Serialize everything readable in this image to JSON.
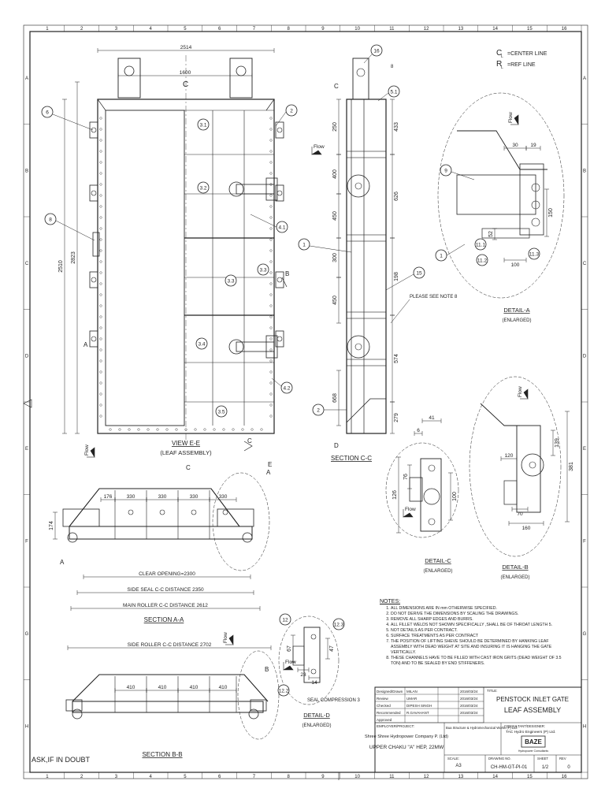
{
  "border": {
    "top_numbers": [
      "1",
      "2",
      "3",
      "4",
      "5",
      "6",
      "7",
      "8",
      "9",
      "10",
      "11",
      "12",
      "13",
      "14",
      "15",
      "16"
    ],
    "bottom_numbers": [
      "1",
      "2",
      "3",
      "4",
      "5",
      "6",
      "7",
      "8",
      "9",
      "10",
      "11",
      "12",
      "13",
      "14",
      "15",
      "16"
    ],
    "side_letters": [
      "A",
      "B",
      "C",
      "D",
      "E",
      "F",
      "G",
      "H"
    ]
  },
  "legend": {
    "center_line": "CENTER LINE",
    "center_symbol": "C",
    "center_sub": "L",
    "ref_line": "REF LINE",
    "ref_symbol": "R",
    "ref_sub": "L"
  },
  "view_ee": {
    "title": "VIEW E-E",
    "subtitle": "(LEAF ASSEMBLY)",
    "dim_width": "2514",
    "dim_inner": "1600",
    "dim_height": "2510",
    "dim_height2": "2823",
    "balloons": [
      "6",
      "2",
      "3.1",
      "3.2",
      "8",
      "4.1",
      "3.3",
      "3.3",
      "3.4",
      "3.5",
      "4.2"
    ],
    "cut_labels": [
      "B",
      "B",
      "A",
      "A",
      "C",
      "C",
      "E",
      "E"
    ],
    "flow": "Flow"
  },
  "section_cc": {
    "title": "SECTION C-C",
    "dims_left": [
      "250",
      "400",
      "450",
      "300",
      "450",
      "668"
    ],
    "dims_right": [
      "433",
      "626",
      "198",
      "574",
      "279"
    ],
    "balloons": [
      "16",
      "5.1",
      "1",
      "15",
      "2"
    ],
    "note_ref": "PLEASE SEE NOTE 8",
    "weld": "8",
    "ref_letter": "D",
    "flow": "Flow"
  },
  "detail_a": {
    "title": "DETAIL-A",
    "subtitle": "(ENLARGED)",
    "dims": [
      "30",
      "19",
      "150",
      "52",
      "100"
    ],
    "balloons": [
      "9",
      "11.1",
      "11.2",
      "11.3",
      "1"
    ],
    "flow": "Flow"
  },
  "section_aa": {
    "title": "SECTION A-A",
    "dims": [
      "176",
      "330",
      "330",
      "330",
      "330",
      "174"
    ],
    "clear_opening": "CLEAR OPENING=2300",
    "side_seal": "SIDE SEAL C-C DISTANCE 2350",
    "main_roller": "MAIN ROLLER C-C DISTANCE 2612",
    "cut_labels": [
      "E",
      "A"
    ]
  },
  "detail_c": {
    "title": "DETAIL-C",
    "subtitle": "(ENLARGED)",
    "dims": [
      "41",
      "6",
      "126",
      "76",
      "100"
    ],
    "flow": "Flow"
  },
  "detail_b": {
    "title": "DETAIL-B",
    "subtitle": "(ENLARGED)",
    "dims": [
      "139",
      "381",
      "120",
      "70",
      "160"
    ],
    "flow": "Flow"
  },
  "section_bb": {
    "title": "SECTION B-B",
    "side_roller": "SIDE ROLLER C-C DISTANCE 2702",
    "dims": [
      "410",
      "410",
      "410",
      "410"
    ],
    "cut_label": "B",
    "flow": "Flow"
  },
  "detail_d": {
    "title": "DETAIL-D",
    "subtitle": "(ENLARGED)",
    "balloons": [
      "12",
      "12.3",
      "12.2"
    ],
    "dims": [
      "67",
      "47",
      "14",
      "23"
    ],
    "seal_note": "SEAL COMPRESSION 3",
    "flow": "Flow"
  },
  "notes": {
    "heading": "NOTES:",
    "items": [
      "ALL DIMENSIONS ARE IN mm OTHERWISE SPECIFIED.",
      "DO NOT DERIVE THE DIMENSIONS BY SCALING THE DRAWINGS.",
      "REMOVE ALL SHARP EDGES AND BURRS.",
      "ALL FILLET WELDS NOT SHOWN SPECIFICALLY ,SHALL BE OF THROAT LENGTH 5.",
      "NOT DETAILS AS PER CONTRACT.",
      "SURFACE TREATMENTS AS PER CONTRACT",
      "THE POSITION OF LIFTING SHEVE SHOULD BE DETERMINED BY HANKING LEAF ASSEMBLY WITH DEAD WEIGHT AT SITE AND INSURING IT IS HANGING THE GATE VERTICALLY.",
      "THESE CHANNELS HAVE TO BE FILLED WITH CAST IRON GRITS (DEAD WEIGHT OF 3.5 TON) AND TO BE SEALED BY END STIFFENERS."
    ]
  },
  "title_block": {
    "rows": [
      {
        "role": "Designed/Drawn",
        "name": "MILAN",
        "date": "2016/03/24"
      },
      {
        "role": "Review",
        "name": "UMAR",
        "date": "2016/03/24"
      },
      {
        "role": "Checked",
        "name": "DIPESH SINGH",
        "date": "2016/03/24"
      },
      {
        "role": "Recommended",
        "name": "R.GAVAHANT",
        "date": "2016/03/24"
      },
      {
        "role": "Approved",
        "name": "",
        "date": ""
      }
    ],
    "employer_label": "EMPLOYER/PROJECT:",
    "company": "Shree Shree Hydropower Company P. (Ltd)",
    "project": "UPPER CHAKU \"A\" HEP, 22MW",
    "contractor": "Bua Structure & Hydromechanical Works (P) Ltd.",
    "consultant_label": "CONSULTANT/DESIGNER:",
    "consultant": "TAC Hydro Engineers (P) Ltd.",
    "logo": "BAZE",
    "logo_sub": "Hydropower Consultants",
    "title_label": "TITLE:",
    "title_line1": "PENSTOCK INLET GATE",
    "title_line2": "LEAF ASSEMBLY",
    "scale_label": "SCALE:",
    "scale_value": "A3",
    "drawing_no_label": "DRAWING NO.",
    "drawing_no": "CH-HM-GT-PI-01",
    "sheet_label": "SHEET",
    "sheet": "1/2",
    "rev_label": "REV",
    "rev": "0"
  },
  "ask_note": "ASK,IF IN DOUBT"
}
